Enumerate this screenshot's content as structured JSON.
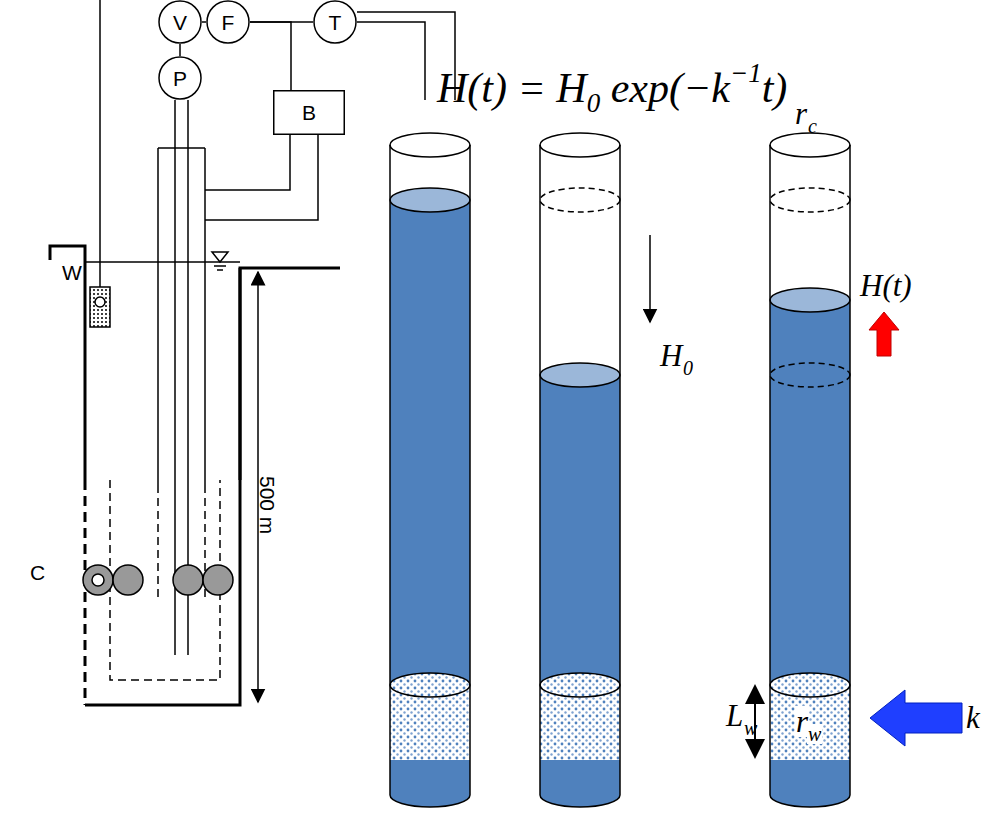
{
  "diagram": {
    "nodes": [
      {
        "text": [
          "V"
        ]
      },
      {
        "text": [
          "F"
        ]
      },
      {
        "text": [
          "T"
        ]
      },
      {
        "text": [
          "P"
        ]
      },
      {
        "text": [
          "B"
        ]
      }
    ],
    "edges": [
      {
        "from": 0,
        "to": 1,
        "arrow": "none"
      },
      {
        "from": 1,
        "to": 2,
        "arrow": "none"
      },
      {
        "from": 0,
        "to": 3,
        "arrow": "none"
      },
      {
        "from": 1,
        "to": 4,
        "arrow": "none"
      }
    ],
    "labels": [
      "W",
      "C",
      "500 m",
      "H(t) = H",
      "0",
      " exp(−k",
      "−1",
      "t)",
      "r",
      "c",
      "H",
      "0",
      "H(t)",
      "L",
      "w",
      "r",
      "w",
      "k"
    ]
  }
}
